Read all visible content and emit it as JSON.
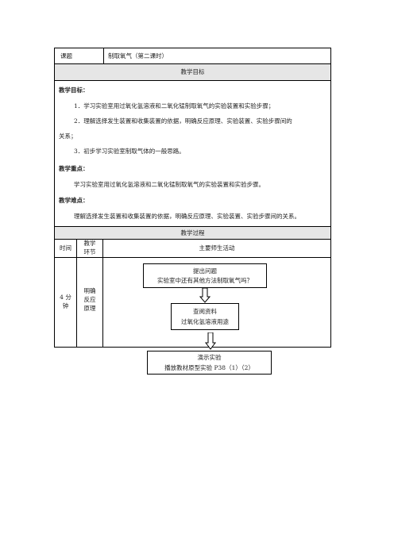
{
  "header": {
    "topic_label": "课题",
    "topic_value": "制取氧气（第二课时）"
  },
  "objectives_section": {
    "title": "教学目标"
  },
  "objectives": {
    "heading": "教学目标：",
    "item1": "1．学习实验室用过氧化氢溶液和二氧化锰制取氧气的实验装置和实验步骤；",
    "item2_line1": "2．理解选择发生装置和收集装置的依据，明确反应原理、实验装置、实验步骤间的",
    "item2_line2": "关系；",
    "item3": "3．初步学习实验室制取气体的一般思路。"
  },
  "key_points": {
    "heading": "教学重点：",
    "text": "学习实验室用过氧化氢溶液和二氧化锰制取氧气的实验装置和实验步骤。"
  },
  "difficulties": {
    "heading": "教学难点：",
    "text": "理解选择发生装置和收集装置的依据，明确反应原理、实验装置、实验步骤间的关系。"
  },
  "process_section": {
    "title": "教学过程"
  },
  "process_columns": {
    "time": "时间",
    "stage_line1": "教学",
    "stage_line2": "环节",
    "activity": "主要师生活动"
  },
  "process_row": {
    "time_line1": "4 分",
    "time_line2": "钟",
    "stage_line1": "明确",
    "stage_line2": "反应",
    "stage_line3": "原理"
  },
  "flow": {
    "box1_line1": "提出问题",
    "box1_line2": "实验室中还有其他方法制取氧气吗？",
    "box2_line1": "查阅资料",
    "box2_line2": "过氧化氢溶液用途",
    "box3_line1": "演示实验",
    "box3_line2": "播放教材原型实验 P38（1）（2）"
  }
}
